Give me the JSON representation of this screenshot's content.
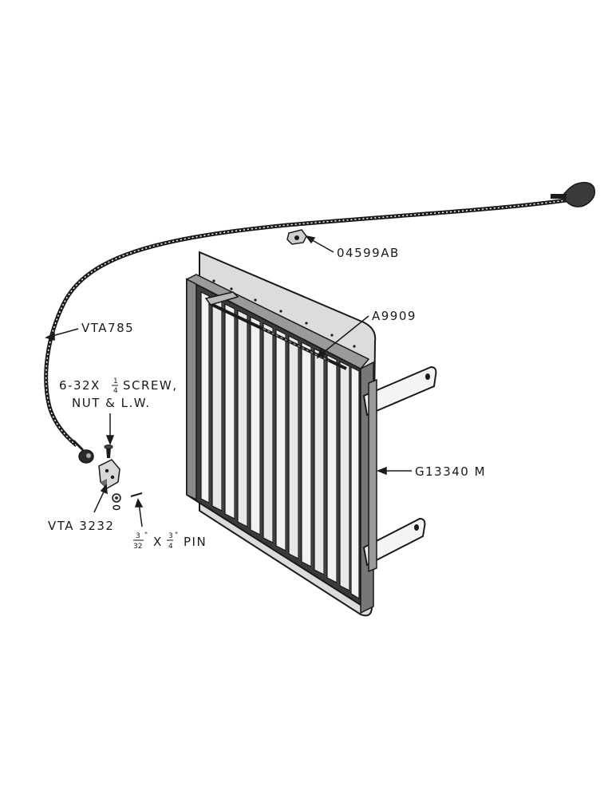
{
  "labels": {
    "clip": "04599AB",
    "rod": "A9909",
    "cable": "VTA785",
    "screw_line1": "6-32X",
    "screw_frac_num": "1",
    "screw_frac_den": "4",
    "screw_line1_rest": "SCREW,",
    "screw_line2": "NUT & L.W.",
    "shutter": "G13340 M",
    "bracket": "VTA 3232",
    "pin_frac1_num": "3",
    "pin_frac1_den": "32",
    "pin_x": "X",
    "pin_frac2_num": "3",
    "pin_frac2_den": "4",
    "pin_rest": "PIN"
  },
  "colors": {
    "ink": "#1a1a1a",
    "paper": "#ffffff",
    "shade": "#6d6d6d",
    "light": "#cfcfcf"
  }
}
